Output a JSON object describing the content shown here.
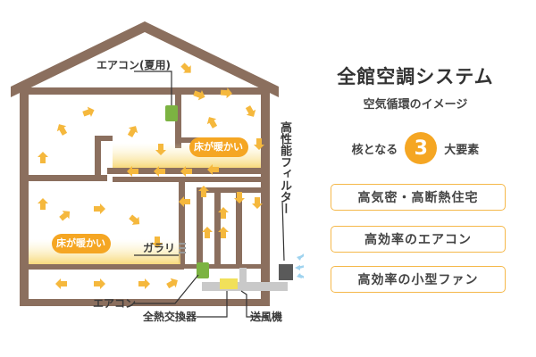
{
  "title": "全館空調システム",
  "subtitle": "空気循環のイメージ",
  "core": {
    "prefix": "核となる",
    "number": "3",
    "suffix": "大要素"
  },
  "elements": [
    "高気密・高断熱住宅",
    "高効率のエアコン",
    "高効率の小型ファン"
  ],
  "labels": {
    "ac_summer": "エアコン(夏用)",
    "floor_warm_upper": "床が暖かい",
    "floor_warm_lower": "床が暖かい",
    "gallery": "ガラリ",
    "filter": "高性能フィルター",
    "aircon": "エアコン",
    "heat_exchanger": "全熱交換器",
    "blower": "送風機"
  },
  "colors": {
    "wall": "#8b6f5e",
    "arrow": "#f5b83d",
    "warm_floor": "#f7d774",
    "duct": "#c9c9c9",
    "aircon_green": "#7cb342",
    "blower_yellow": "#f1e05a",
    "outdoor_air": "#9fd3ef",
    "accent": "#f5a623"
  }
}
